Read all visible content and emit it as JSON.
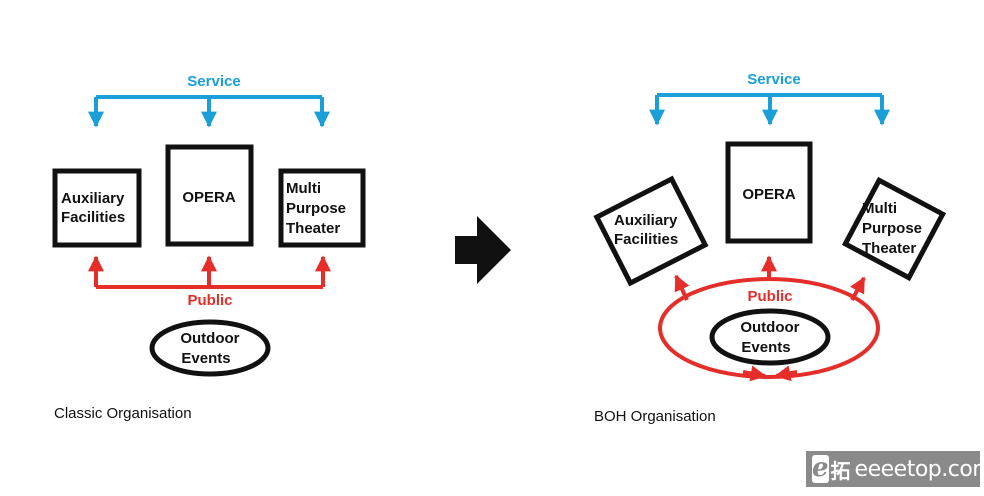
{
  "colors": {
    "service": "#1a9fd9",
    "public": "#e52e2a",
    "box": "#111111",
    "watermark_bg": "#8a8a8a"
  },
  "classic": {
    "service_label": "Service",
    "public_label": "Public",
    "auxiliary": [
      "Auxiliary",
      "Facilities"
    ],
    "opera": "OPERA",
    "multi": [
      "Multi",
      "Purpose",
      "Theater"
    ],
    "outdoor": [
      "Outdoor",
      "Events"
    ],
    "caption": "Classic Organisation"
  },
  "boh": {
    "service_label": "Service",
    "public_label": "Public",
    "auxiliary": [
      "Auxiliary",
      "Facilities"
    ],
    "opera": "OPERA",
    "multi": [
      "Multi",
      "Purpose",
      "Theater"
    ],
    "outdoor": [
      "Outdoor",
      "Events"
    ],
    "caption": "BOH Organisation"
  },
  "watermark": {
    "logo_glyph": "e",
    "logo_char": "拓",
    "domain": "eeeetop.com"
  }
}
